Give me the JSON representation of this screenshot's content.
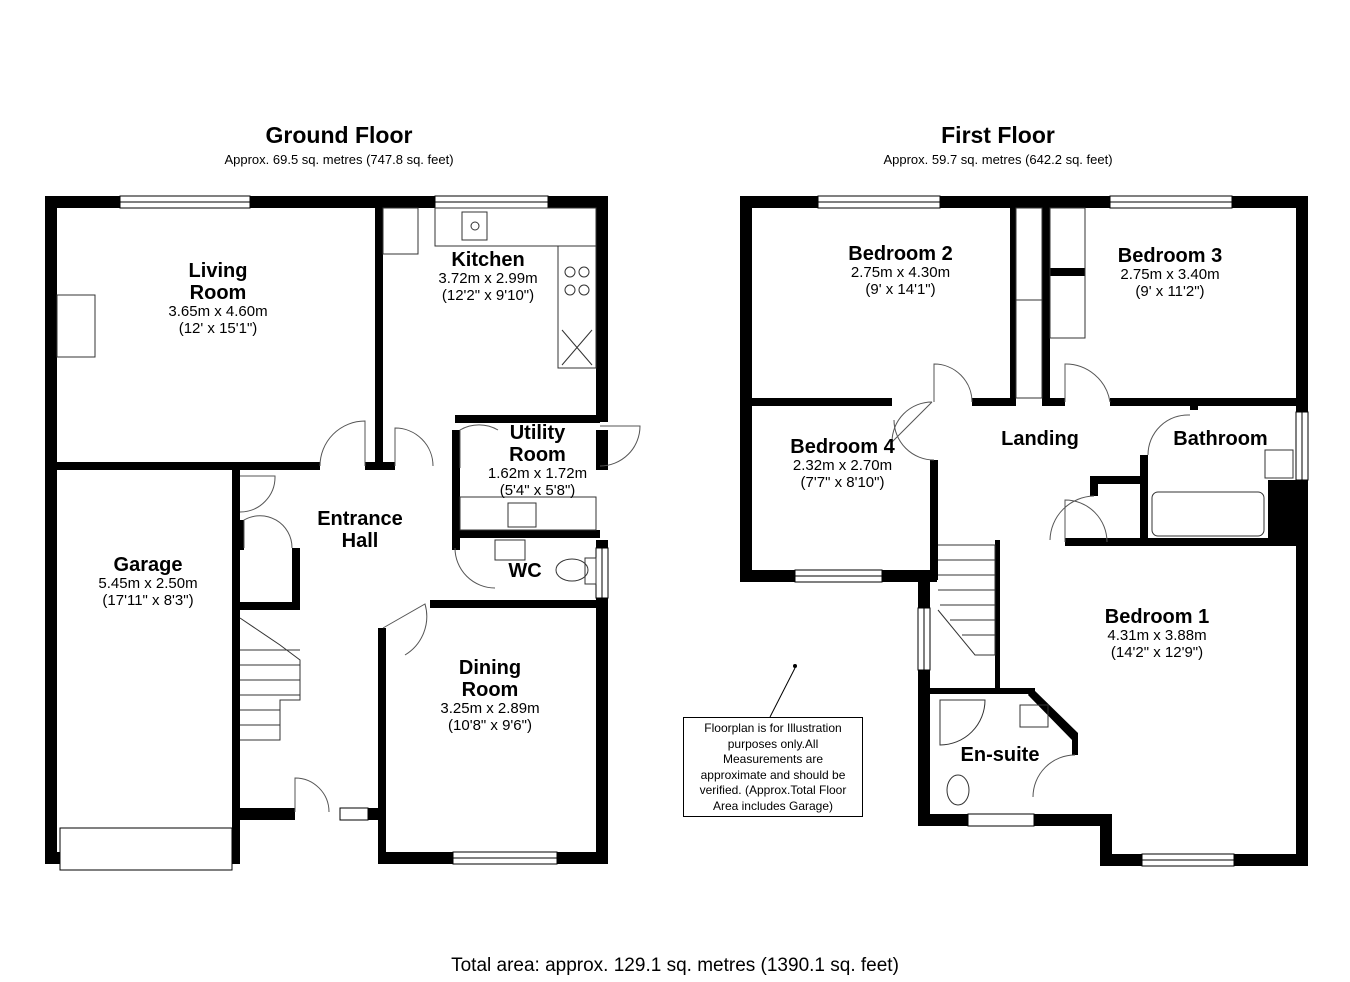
{
  "ground_floor": {
    "title": "Ground Floor",
    "area": "Approx. 69.5 sq. metres (747.8 sq. feet)",
    "rooms": {
      "living_room": {
        "name_line1": "Living",
        "name_line2": "Room",
        "metric": "3.65m x 4.60m",
        "imperial": "(12' x 15'1\")"
      },
      "kitchen": {
        "name": "Kitchen",
        "metric": "3.72m x 2.99m",
        "imperial": "(12'2\" x 9'10\")"
      },
      "utility_room": {
        "name_line1": "Utility",
        "name_line2": "Room",
        "metric": "1.62m x 1.72m",
        "imperial": "(5'4\" x 5'8\")"
      },
      "entrance_hall": {
        "name_line1": "Entrance",
        "name_line2": "Hall"
      },
      "wc": {
        "name": "WC"
      },
      "garage": {
        "name": "Garage",
        "metric": "5.45m x 2.50m",
        "imperial": "(17'11\" x 8'3\")"
      },
      "dining_room": {
        "name_line1": "Dining",
        "name_line2": "Room",
        "metric": "3.25m x 2.89m",
        "imperial": "(10'8\" x 9'6\")"
      }
    }
  },
  "first_floor": {
    "title": "First Floor",
    "area": "Approx. 59.7 sq. metres (642.2 sq. feet)",
    "rooms": {
      "bedroom_2": {
        "name": "Bedroom 2",
        "metric": "2.75m x 4.30m",
        "imperial": "(9' x 14'1\")"
      },
      "bedroom_3": {
        "name": "Bedroom 3",
        "metric": "2.75m x 3.40m",
        "imperial": "(9' x 11'2\")"
      },
      "bedroom_4": {
        "name": "Bedroom 4",
        "metric": "2.32m x 2.70m",
        "imperial": "(7'7\" x 8'10\")"
      },
      "landing": {
        "name": "Landing"
      },
      "bathroom": {
        "name": "Bathroom"
      },
      "bedroom_1": {
        "name": "Bedroom 1",
        "metric": "4.31m x 3.88m",
        "imperial": "(14'2\" x 12'9\")"
      },
      "en_suite": {
        "name": "En-suite"
      }
    }
  },
  "disclaimer": "Floorplan is for Illustration purposes only.All Measurements are approximate and should be verified. (Approx.Total Floor Area includes Garage)",
  "total_area": "Total area: approx. 129.1 sq. metres (1390.1 sq. feet)",
  "colors": {
    "wall": "#000000",
    "background": "#ffffff",
    "fixture_line": "#333333"
  }
}
